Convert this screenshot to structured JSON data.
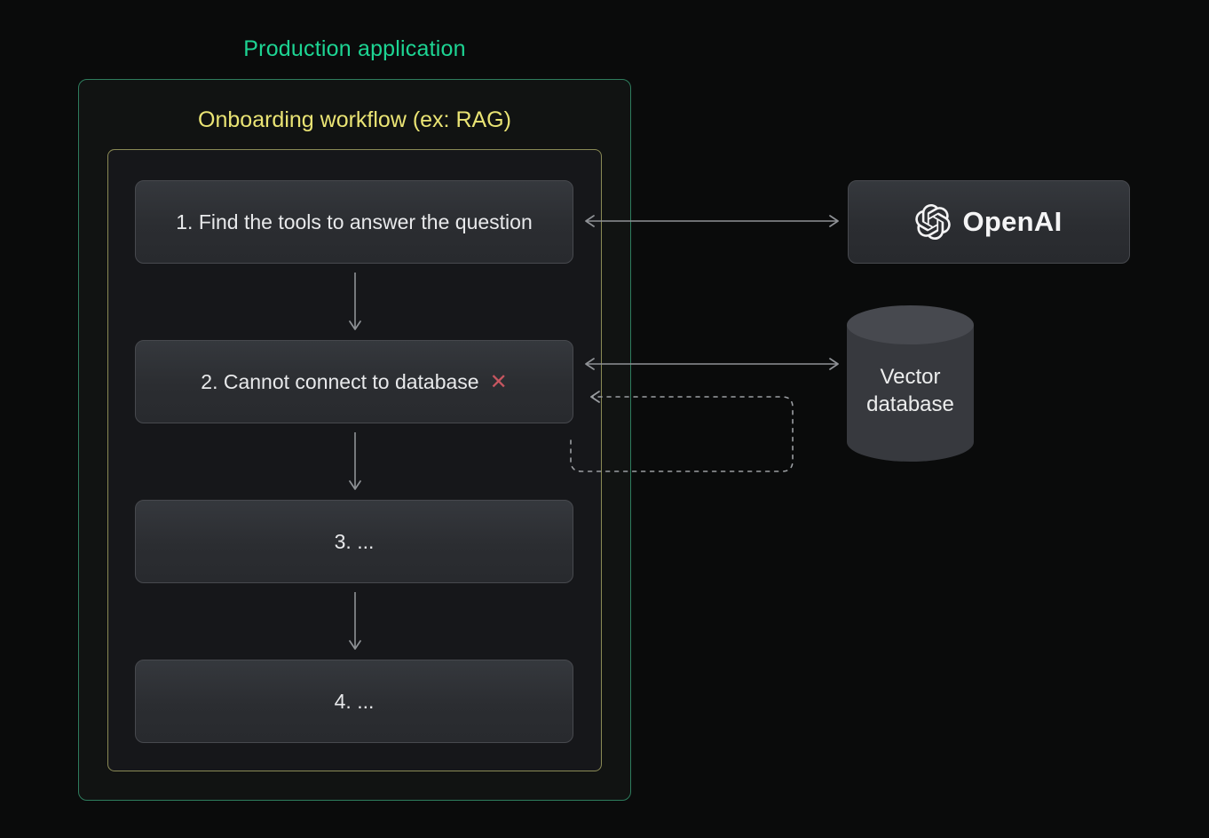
{
  "titles": {
    "production": "Production application",
    "workflow": "Onboarding workflow (ex: RAG)"
  },
  "steps": [
    {
      "label": "1. Find the tools to answer the question",
      "has_error": false
    },
    {
      "label": "2. Cannot connect to database",
      "has_error": true,
      "error_icon": "✕"
    },
    {
      "label": "3. ...",
      "has_error": false
    },
    {
      "label": "4. ...",
      "has_error": false
    }
  ],
  "services": {
    "openai_label": "OpenAI",
    "vector_db_label": "Vector database"
  },
  "connections": [
    {
      "from": "step-1",
      "to": "openai",
      "style": "solid",
      "bidirectional": true
    },
    {
      "from": "step-2",
      "to": "vector-database",
      "style": "solid",
      "bidirectional": true
    },
    {
      "from": "retry-loop",
      "to": "step-2",
      "style": "dashed",
      "bidirectional": false
    },
    {
      "from": "step-1",
      "to": "step-2",
      "style": "solid",
      "bidirectional": false
    },
    {
      "from": "step-2",
      "to": "step-3",
      "style": "solid",
      "bidirectional": false
    },
    {
      "from": "step-3",
      "to": "step-4",
      "style": "solid",
      "bidirectional": false
    }
  ],
  "colors": {
    "background": "#0a0b0b",
    "production_border": "#2e7c5d",
    "production_title": "#1dd493",
    "workflow_border": "#8a8a55",
    "workflow_title": "#eae474",
    "step_text": "#e8e9eb",
    "error_icon": "#c65660",
    "arrow_solid": "#8f9296",
    "arrow_dashed": "#9b9ea2",
    "cylinder_body": "#37393e",
    "cylinder_top": "#47494f",
    "node_text": "#f4f4f5"
  }
}
